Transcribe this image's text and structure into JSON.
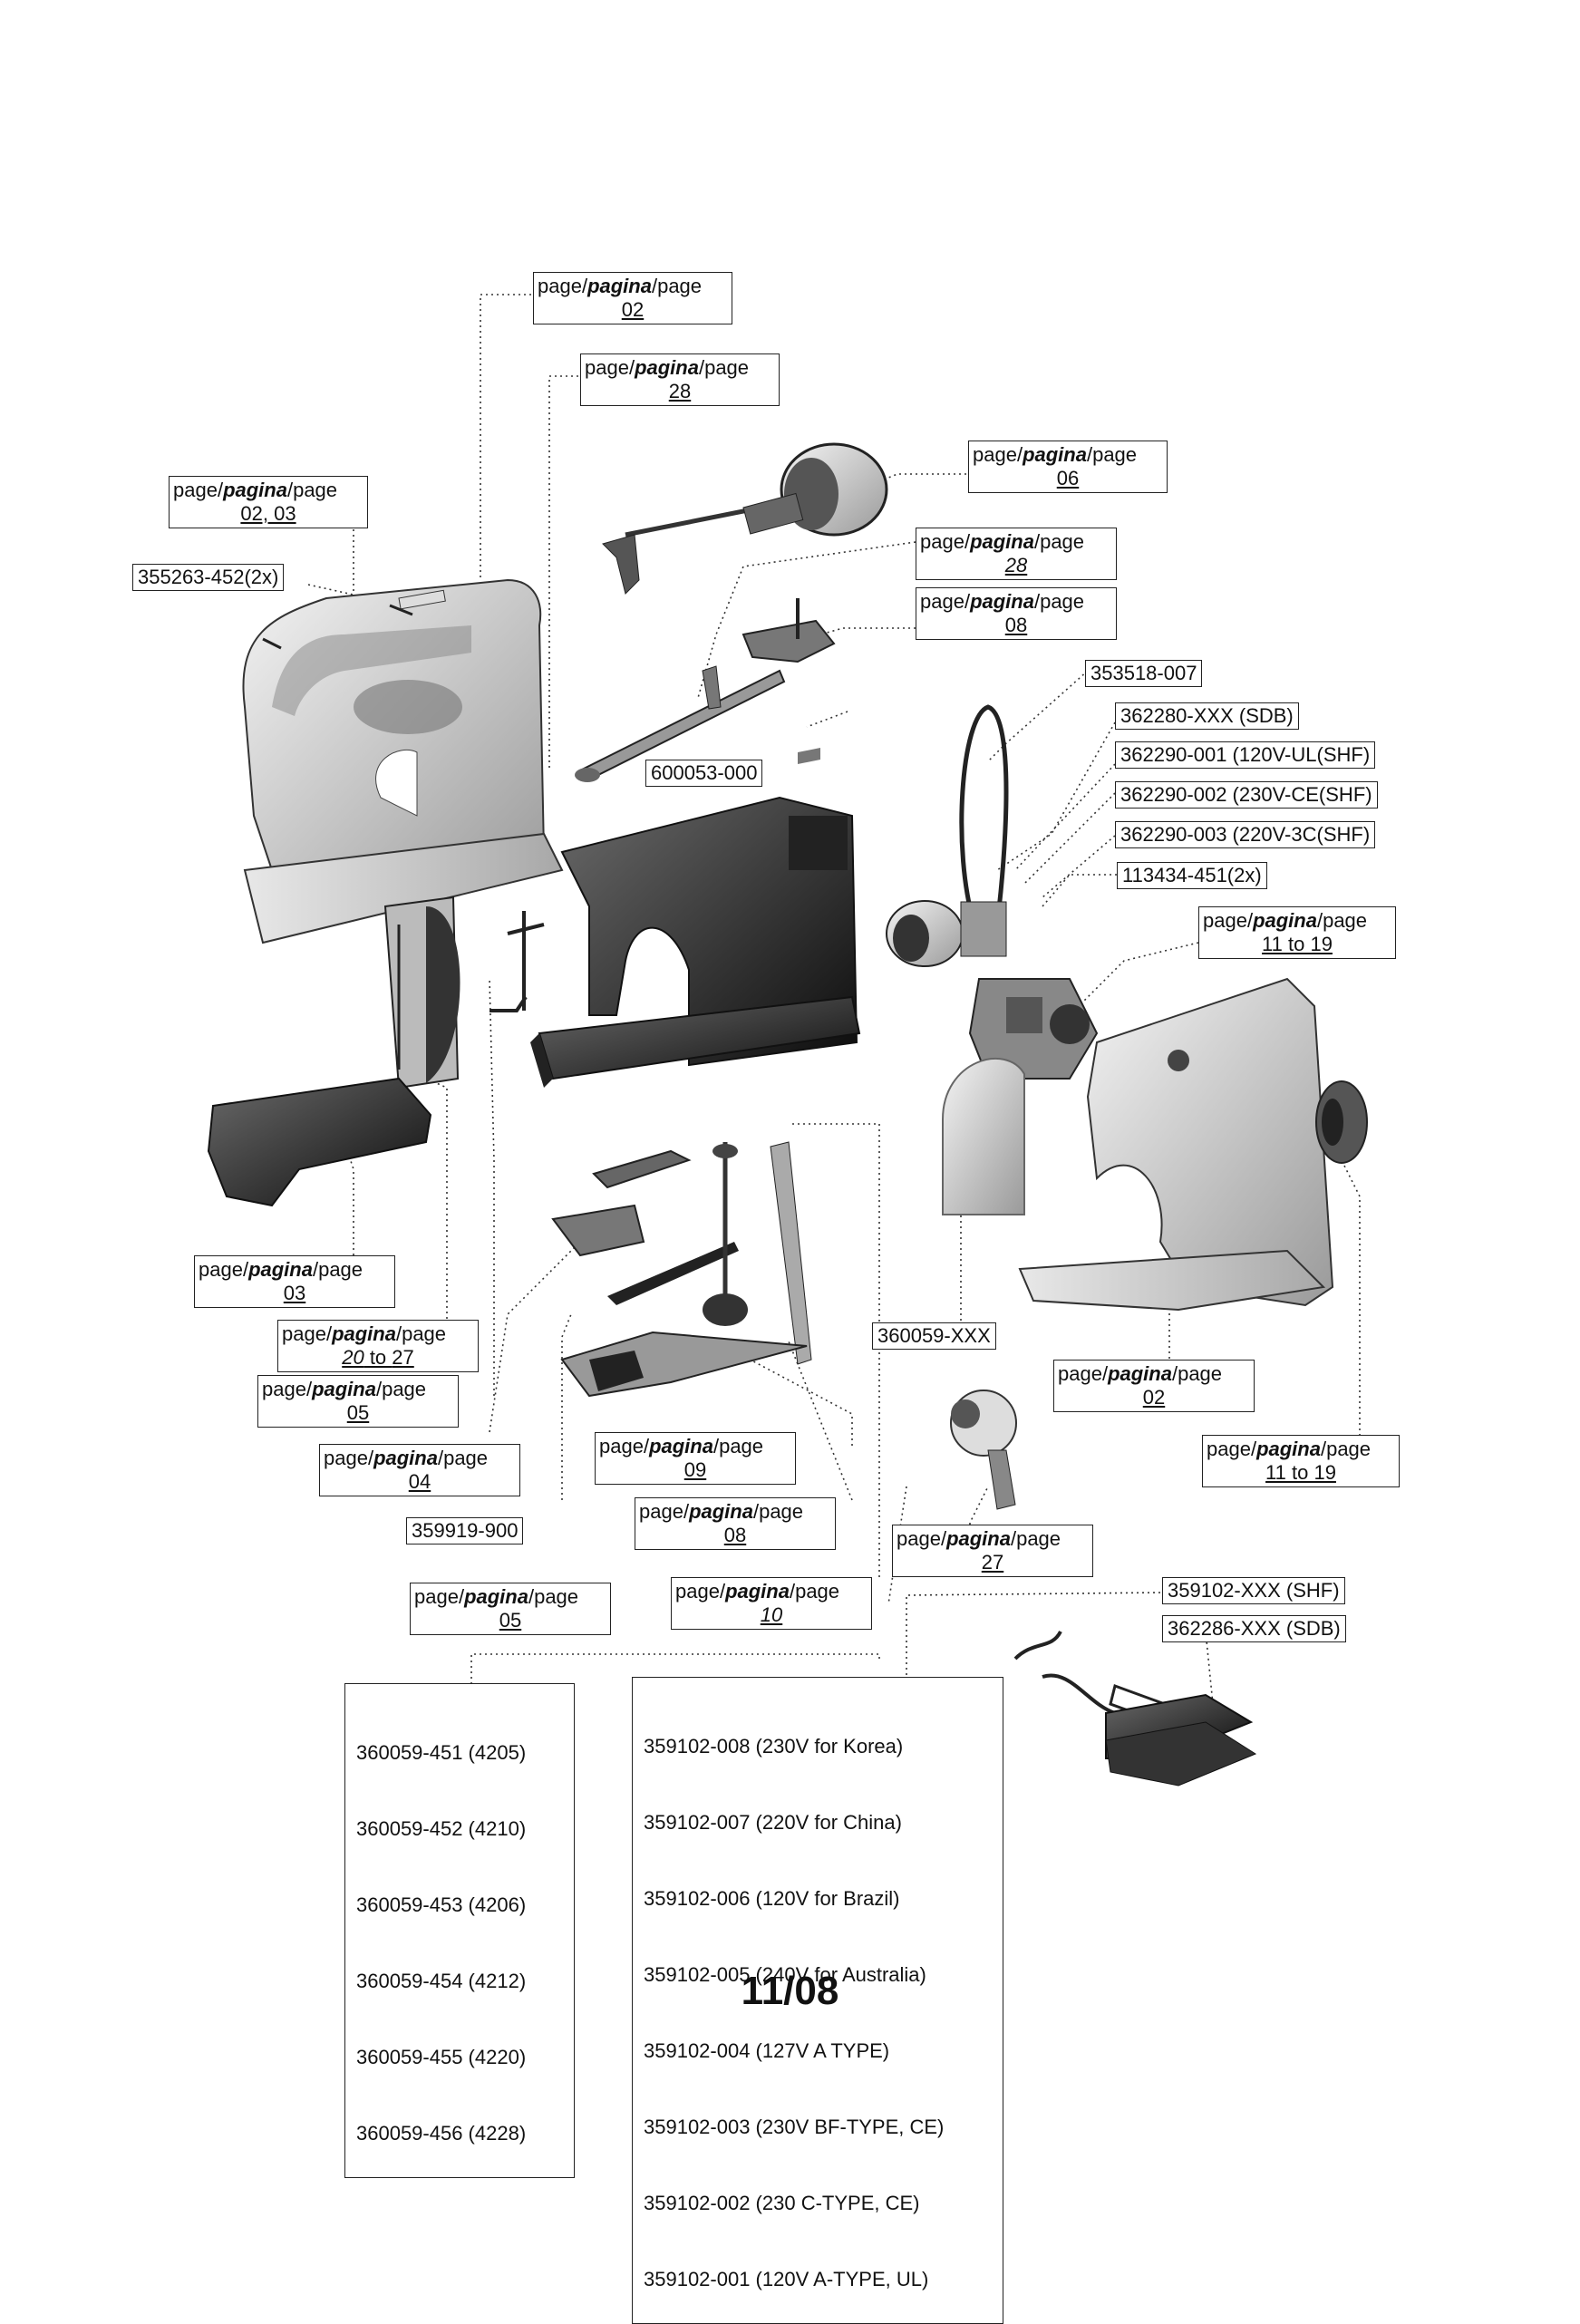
{
  "page_refs": {
    "top_center": {
      "prefix": "page/",
      "mid": "pagina",
      "suffix": "/page",
      "num": "02"
    },
    "upper_center": {
      "prefix": "page/",
      "mid": "pagina",
      "suffix": "/page",
      "num": "28"
    },
    "motor": {
      "prefix": "page/",
      "mid": "pagina",
      "suffix": "/page",
      "num": "06"
    },
    "left_cover": {
      "prefix": "page/",
      "mid": "pagina",
      "suffix": "/page",
      "num": "02, 03"
    },
    "shaft": {
      "prefix": "page/",
      "mid": "pagina",
      "suffix": "/page",
      "num": "28"
    },
    "bracket": {
      "prefix": "page/",
      "mid": "pagina",
      "suffix": "/page",
      "num": "08"
    },
    "mechanism_right": {
      "prefix": "page/",
      "mid": "pagina",
      "suffix": "/page",
      "num": "11 to 19"
    },
    "base_left": {
      "prefix": "page/",
      "mid": "pagina",
      "suffix": "/page",
      "num": "03"
    },
    "needle_bar": {
      "prefix": "page/",
      "mid": "pagina",
      "suffix": "/page",
      "num_a": "20",
      "num_b": " to ",
      "num_c": "27"
    },
    "presser": {
      "prefix": "page/",
      "mid": "pagina",
      "suffix": "/page",
      "num": "05"
    },
    "feed": {
      "prefix": "page/",
      "mid": "pagina",
      "suffix": "/page",
      "num": "04"
    },
    "hook": {
      "prefix": "page/",
      "mid": "pagina",
      "suffix": "/page",
      "num": "09"
    },
    "lever": {
      "prefix": "page/",
      "mid": "pagina",
      "suffix": "/page",
      "num": "08"
    },
    "bottom_left": {
      "prefix": "page/",
      "mid": "pagina",
      "suffix": "/page",
      "num": "05"
    },
    "bottom_center": {
      "prefix": "page/",
      "mid": "pagina",
      "suffix": "/page",
      "num": "10"
    },
    "bobbin_winder": {
      "prefix": "page/",
      "mid": "pagina",
      "suffix": "/page",
      "num": "27"
    },
    "front_cover": {
      "prefix": "page/",
      "mid": "pagina",
      "suffix": "/page",
      "num": "02"
    },
    "handwheel": {
      "prefix": "page/",
      "mid": "pagina",
      "suffix": "/page",
      "num": "11 to 19"
    }
  },
  "parts": {
    "screw": "355263-452(2x)",
    "shaft_part": "600053-000",
    "belt": "353518-007",
    "motor_sdb": "362280-XXX (SDB)",
    "motor_ul": "362290-001 (120V-UL(SHF)",
    "motor_ce": "362290-002 (230V-CE(SHF)",
    "motor_3c": "362290-003 (220V-3C(SHF)",
    "screw2": "113434-451(2x)",
    "face_cover": "360059-XXX",
    "needle_plate": "359919-900",
    "pedal_shf": "359102-XXX (SHF)",
    "pedal_sdb": "362286-XXX (SDB)"
  },
  "face_cover_list": [
    "360059-451 (4205)",
    "360059-452 (4210)",
    "360059-453 (4206)",
    "360059-454 (4212)",
    "360059-455 (4220)",
    "360059-456 (4228)"
  ],
  "pedal_list": [
    "359102-008 (230V for Korea)",
    "359102-007 (220V for China)",
    "359102-006 (120V for Brazil)",
    "359102-005 (240V for Australia)",
    "359102-004 (127V A TYPE)",
    "359102-003 (230V BF-TYPE, CE)",
    "359102-002 (230 C-TYPE, CE)",
    "359102-001 (120V A-TYPE, UL)"
  ],
  "footer": "11/08"
}
